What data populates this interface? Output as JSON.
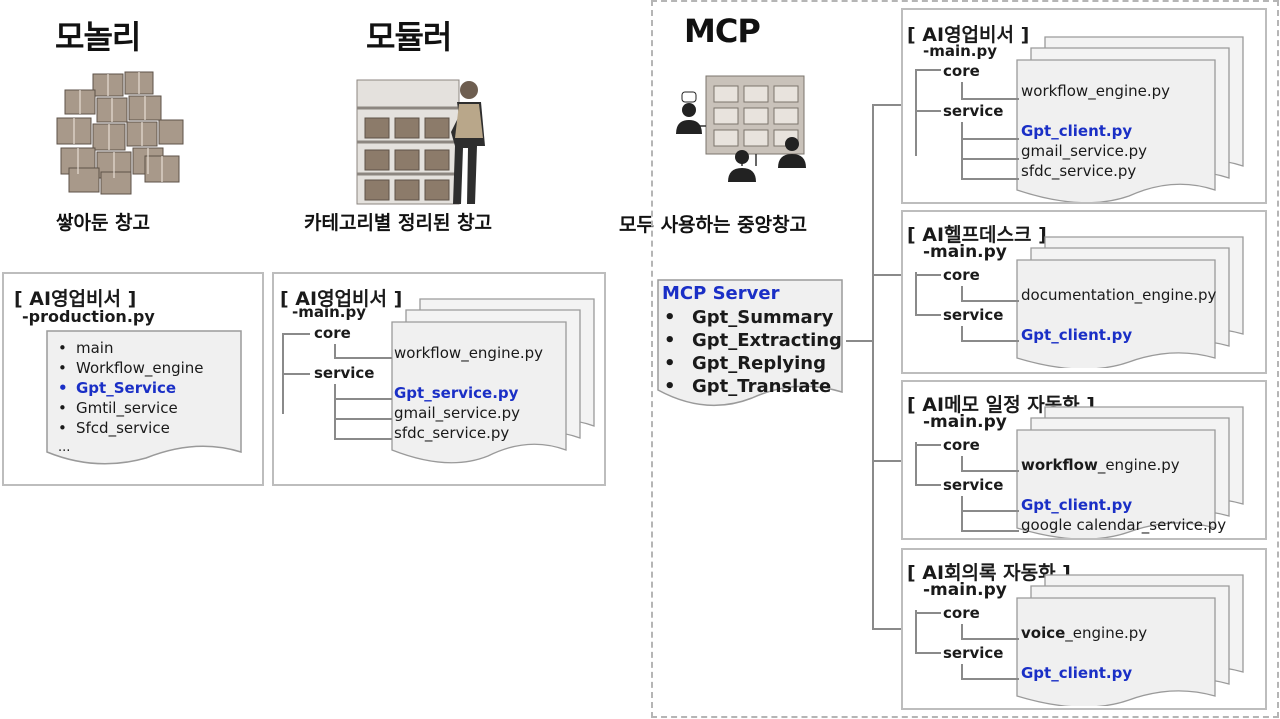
{
  "sections": {
    "monolith": {
      "title": "모놀리",
      "caption": "쌓아둔 창고"
    },
    "modular": {
      "title": "모듈러",
      "caption": "카테고리별 정리된 창고"
    },
    "mcp": {
      "title": "MCP",
      "caption": "모두 사용하는 중앙창고"
    }
  },
  "monolith_box": {
    "title": "[ AI영업비서 ]",
    "file": "-production.py",
    "items": [
      "main",
      "Workflow_engine",
      "Gpt_Service",
      "Gmtil_service",
      "Sfcd_service"
    ],
    "ellipsis": "..."
  },
  "modular_box": {
    "title": "[ AI영업비서 ]",
    "main": "-main.py",
    "core": "core",
    "service": "service",
    "files": [
      "workflow_engine.py",
      "Gpt_service.py",
      "gmail_service.py",
      "sfdc_service.py"
    ]
  },
  "mcp_server": {
    "title": "MCP Server",
    "items": [
      "Gpt_Summary",
      "Gpt_Extracting",
      "Gpt_Replying",
      "Gpt_Translate"
    ]
  },
  "apps": [
    {
      "title": "[ AI영업비서 ]",
      "main": "-main.py",
      "core": "core",
      "service": "service",
      "engine": "workflow_engine.py",
      "client": "Gpt_client.py",
      "extra1": "gmail_service.py",
      "extra2": "sfdc_service.py"
    },
    {
      "title": "[ AI헬프데스크 ]",
      "main": "-main.py",
      "core": "core",
      "service": "service",
      "engine": "documentation_engine.py",
      "client": "Gpt_client.py"
    },
    {
      "title": "[ AI메모 일정 자동화 ]",
      "main": "-main.py",
      "core": "core",
      "service": "service",
      "engine_bold": "workflow",
      "engine_rest": "_engine.py",
      "client": "Gpt_client.py",
      "extra1": "google calendar_service.py"
    },
    {
      "title": "[ AI회의록 자동화 ]",
      "main": "-main.py",
      "core": "core",
      "service": "service",
      "engine_bold": "voice",
      "engine_rest": "_engine.py",
      "client": "Gpt_client.py"
    }
  ]
}
